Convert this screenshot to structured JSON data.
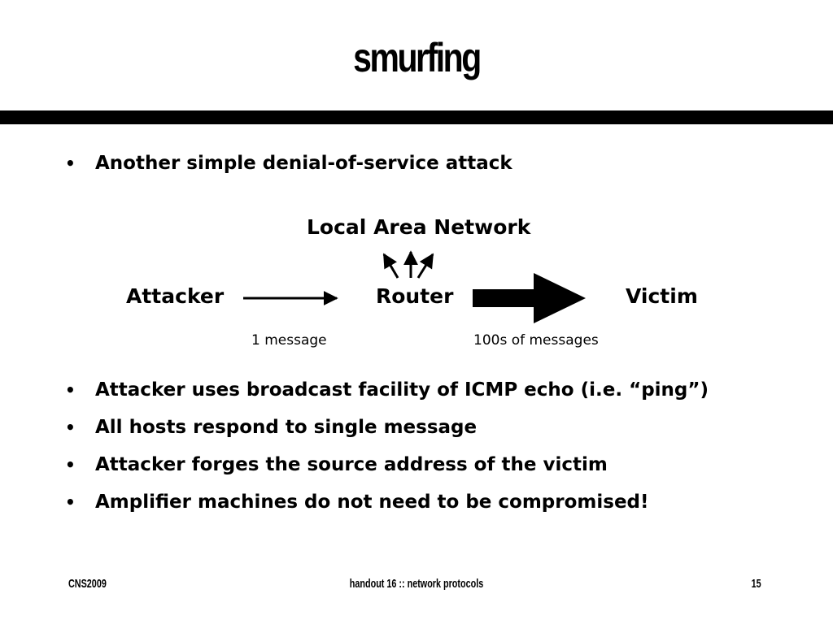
{
  "slide": {
    "title": "smurfing"
  },
  "bullets_top": [
    {
      "text": "Another simple denial-of-service attack"
    }
  ],
  "diagram": {
    "lan_label": "Local Area Network",
    "attacker_label": "Attacker",
    "router_label": "Router",
    "victim_label": "Victim",
    "attacker_to_router_caption": "1 message",
    "router_to_victim_caption": "100s of messages"
  },
  "bullets_bottom": [
    {
      "text": "Attacker uses broadcast facility of ICMP echo (i.e. “ping”)"
    },
    {
      "text": "All hosts respond to single message"
    },
    {
      "text": "Attacker forges the source address of the victim"
    },
    {
      "text": "Amplifier machines do not need to be compromised!"
    }
  ],
  "bullet_glyph": "•",
  "footer": {
    "left": "CNS2009",
    "center": "handout 16 :: network protocols",
    "right": "15"
  }
}
